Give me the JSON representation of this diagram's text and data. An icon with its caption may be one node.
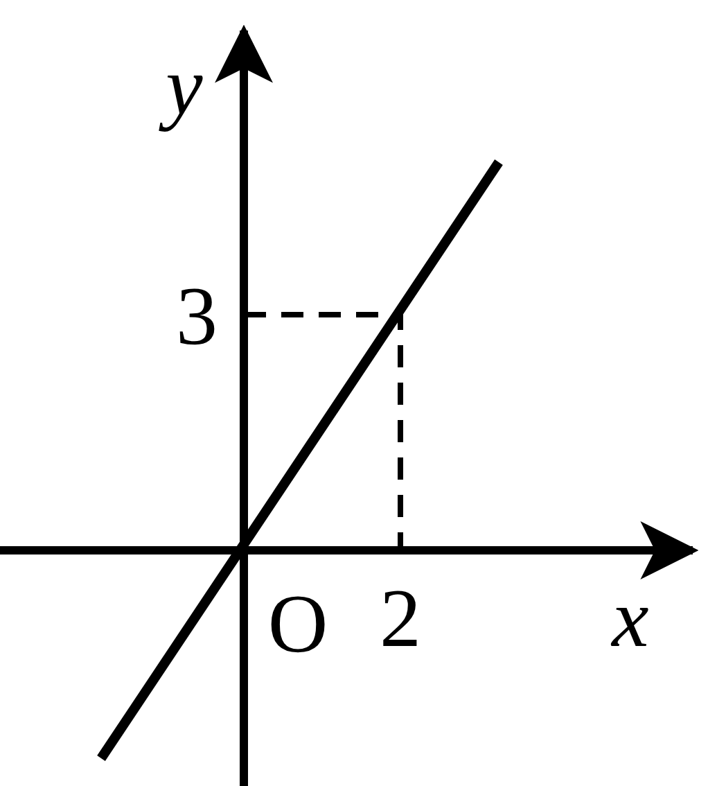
{
  "diagram": {
    "labels": [
      "y",
      "3",
      "O",
      "2",
      "x"
    ]
  }
}
